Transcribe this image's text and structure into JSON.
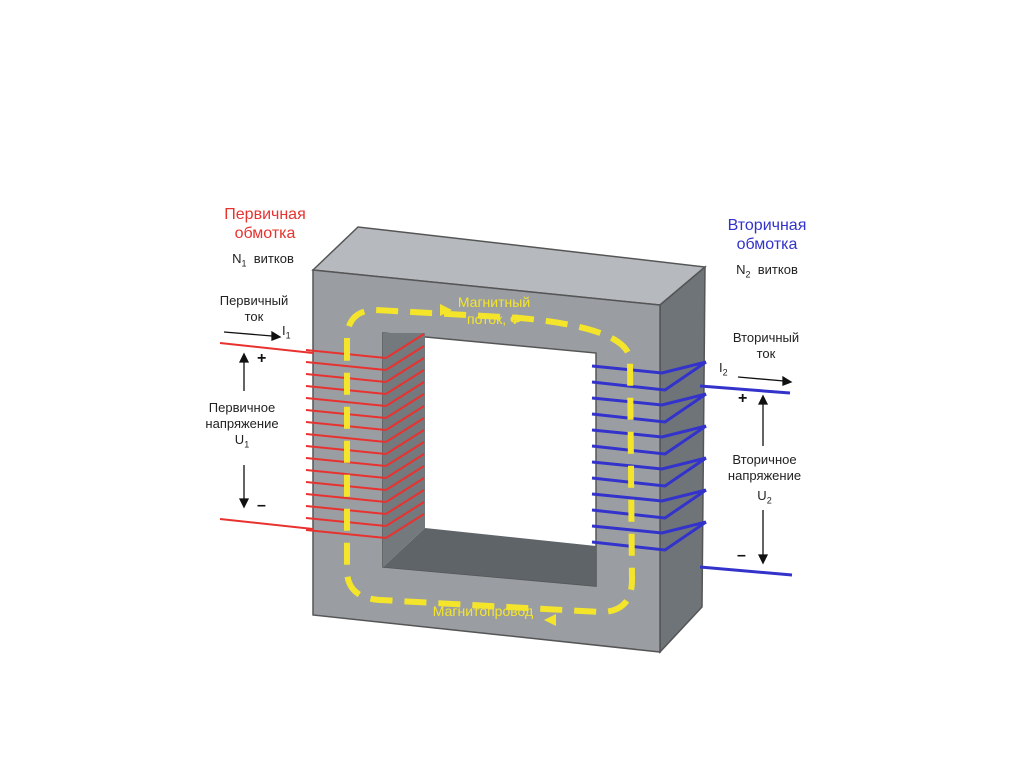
{
  "primary_winding": {
    "title_line1": "Первичная",
    "title_line2": "обмотка",
    "turns_symbol": "N",
    "turns_sub": "1",
    "turns_word": "витков",
    "current_line1": "Первичный",
    "current_line2": "ток",
    "current_symbol": "I",
    "current_sub": "1",
    "plus": "+",
    "minus": "–",
    "voltage_line1": "Первичное",
    "voltage_line2": "напряжение",
    "voltage_symbol": "U",
    "voltage_sub": "1"
  },
  "secondary_winding": {
    "title_line1": "Вторичная",
    "title_line2": "обмотка",
    "turns_symbol": "N",
    "turns_sub": "2",
    "turns_word": "витков",
    "current_line1": "Вторичный",
    "current_line2": "ток",
    "current_symbol": "I",
    "current_sub": "2",
    "plus": "+",
    "minus": "–",
    "voltage_line1": "Вторичное",
    "voltage_line2": "напряжение",
    "voltage_symbol": "U",
    "voltage_sub": "2"
  },
  "core": {
    "flux_line1": "Магнитный",
    "flux_line2": "поток,",
    "flux_symbol": "Ф",
    "core_label": "Магнитопровод"
  },
  "colors": {
    "primary": "#e8322f",
    "secondary": "#3333cc",
    "flux": "#f5e52a",
    "core_front": "#9a9ea3",
    "core_top": "#b6babe",
    "core_side": "#6f7479"
  }
}
